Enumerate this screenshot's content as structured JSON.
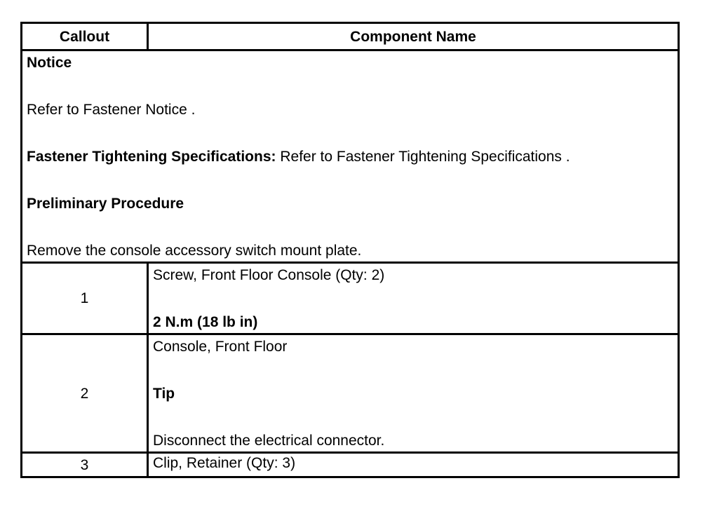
{
  "header": {
    "callout": "Callout",
    "component_name": "Component Name"
  },
  "intro": {
    "notice_heading": "Notice",
    "notice_text": "Refer to Fastener Notice .",
    "fastener_label": "Fastener Tightening Specifications:",
    "fastener_text": " Refer to Fastener Tightening Specifications .",
    "preliminary_heading": "Preliminary Procedure",
    "preliminary_text": "Remove the console accessory switch mount plate."
  },
  "rows": [
    {
      "callout": "1",
      "name": "Screw, Front Floor Console (Qty: 2)",
      "spec": "2 N.m (18 lb in)"
    },
    {
      "callout": "2",
      "name": "Console, Front Floor",
      "tip_heading": "Tip",
      "tip_text": "Disconnect the electrical connector."
    },
    {
      "callout": "3",
      "name": "Clip, Retainer (Qty: 3)"
    }
  ]
}
